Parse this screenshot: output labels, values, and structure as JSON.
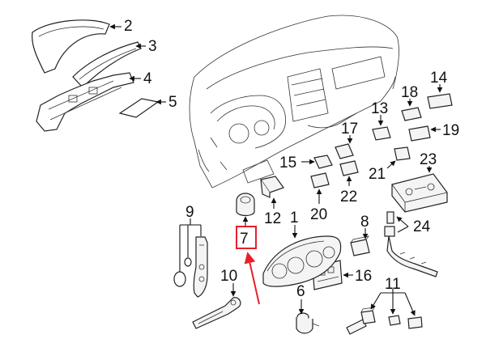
{
  "callouts": {
    "p1": "1",
    "p2": "2",
    "p3": "3",
    "p4": "4",
    "p5": "5",
    "p6": "6",
    "p7": "7",
    "p8": "8",
    "p9": "9",
    "p10": "10",
    "p11": "11",
    "p12": "12",
    "p13": "13",
    "p14": "14",
    "p15": "15",
    "p16": "16",
    "p17": "17",
    "p18": "18",
    "p19": "19",
    "p20": "20",
    "p21": "21",
    "p22": "22",
    "p23": "23",
    "p24": "24"
  },
  "highlight": {
    "callout": "7",
    "box_color": "#e8202a",
    "arrow_color": "#e8202a"
  }
}
